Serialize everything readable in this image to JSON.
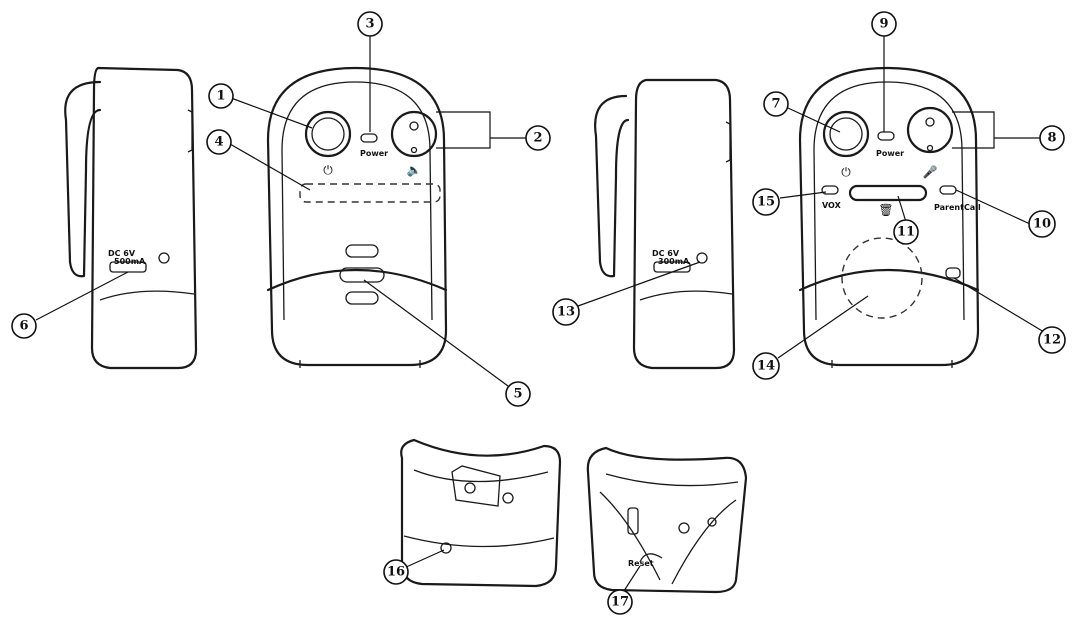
{
  "labels": {
    "power_parent": "Power",
    "power_baby": "Power",
    "dc_parent_v": "DC 6V",
    "dc_parent_ma": "500mA",
    "dc_baby_v": "DC 6V",
    "dc_baby_ma": "300mA",
    "vox": "VOX",
    "parent_call": "ParentCall",
    "reset": "Reset"
  },
  "icons": {
    "power_button": "power-symbol-icon",
    "speaker": "speaker-icon",
    "microphone": "microphone-icon",
    "trash": "trash-icon"
  },
  "callouts": [
    "1",
    "2",
    "3",
    "4",
    "5",
    "6",
    "7",
    "8",
    "9",
    "10",
    "11",
    "12",
    "13",
    "14",
    "15",
    "16",
    "17"
  ]
}
